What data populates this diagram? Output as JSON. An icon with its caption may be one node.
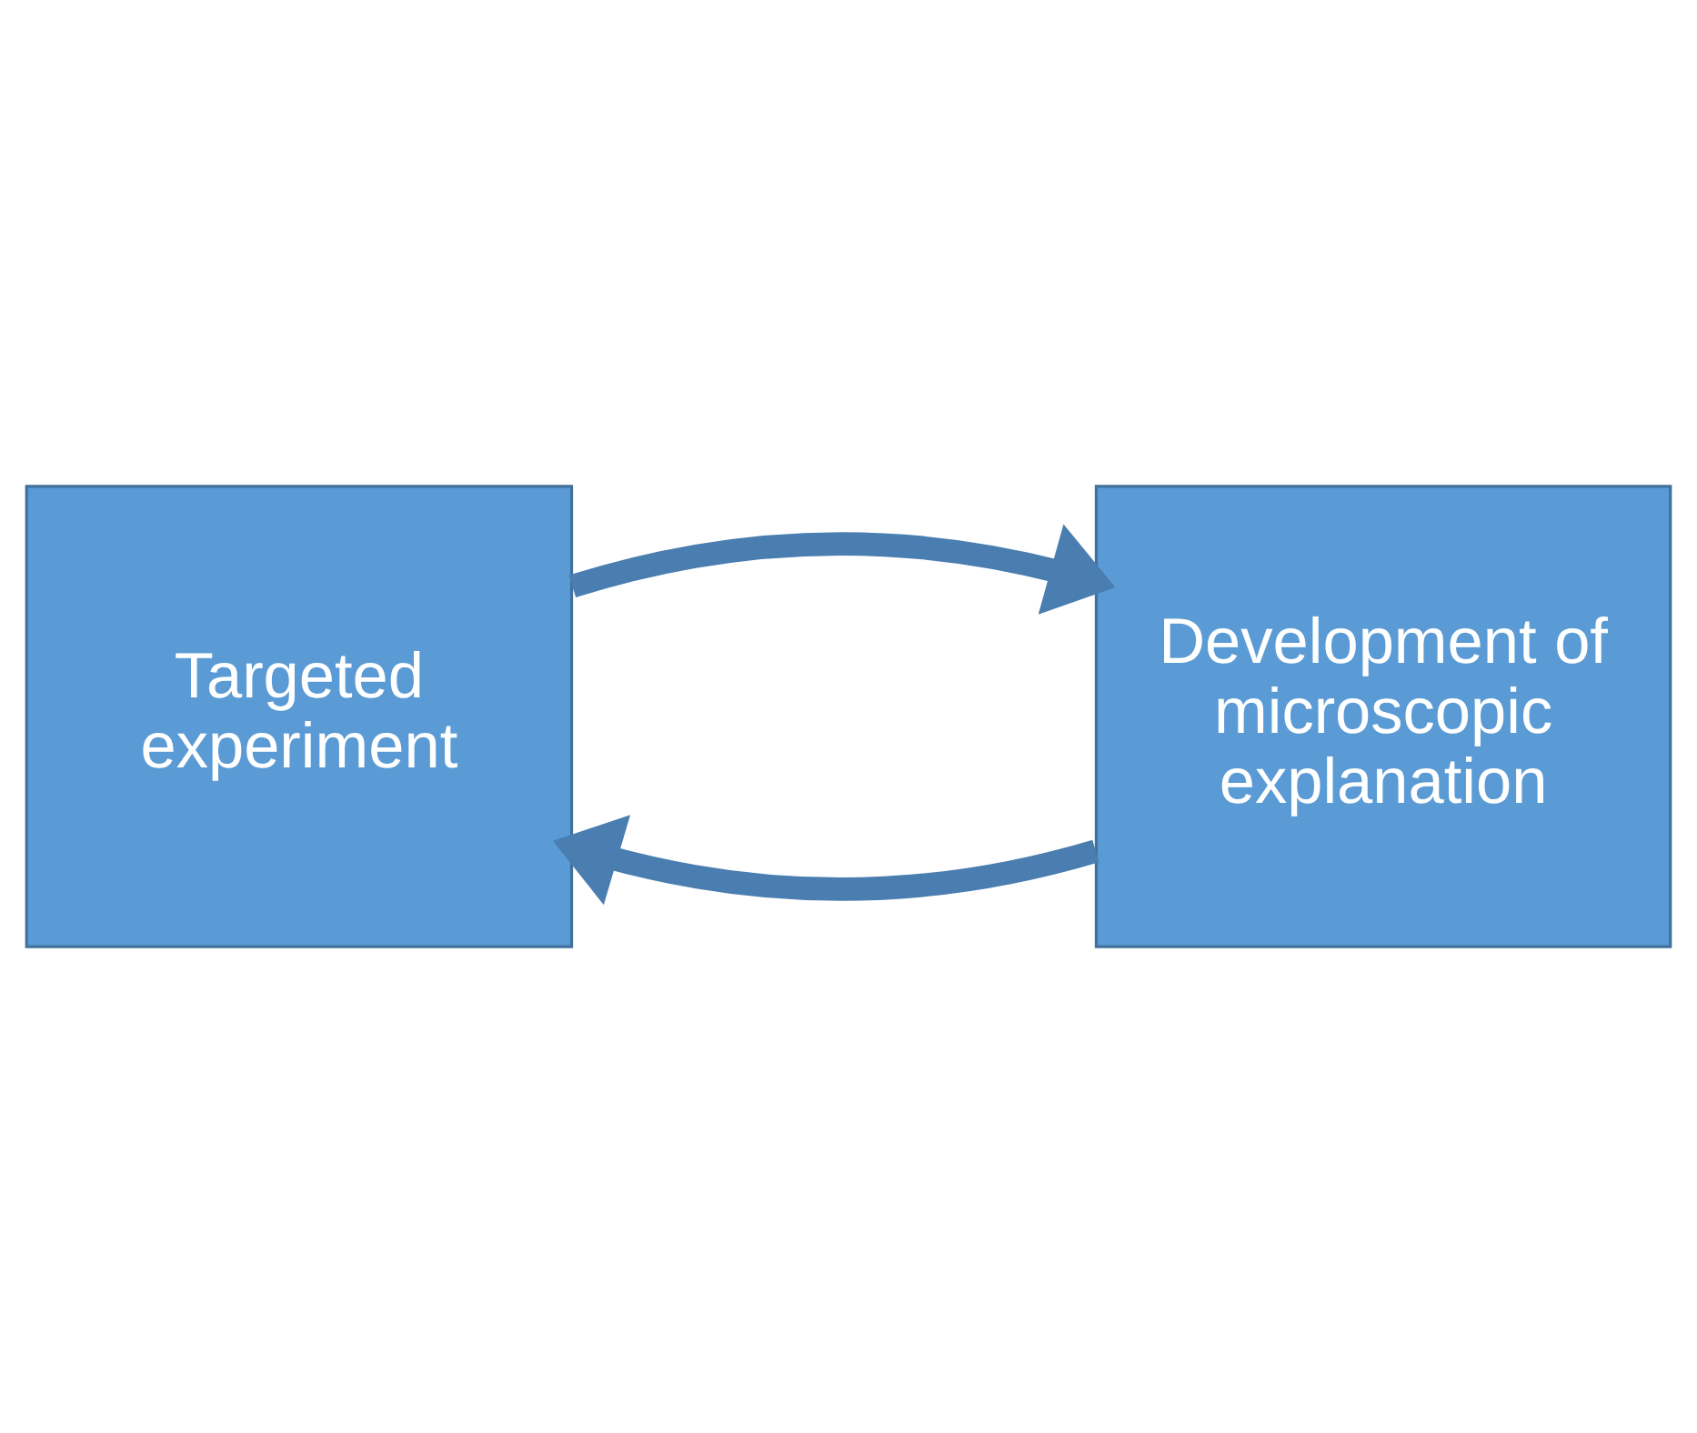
{
  "diagram": {
    "nodes": [
      {
        "text": [
          "Targeted experiment"
        ]
      },
      {
        "text": [
          "Development of microscopic explanation"
        ]
      }
    ],
    "edges": [
      {
        "from": 1,
        "to": 0,
        "arrow": "to"
      },
      {
        "from": 0,
        "to": 1,
        "arrow": "to"
      }
    ]
  }
}
